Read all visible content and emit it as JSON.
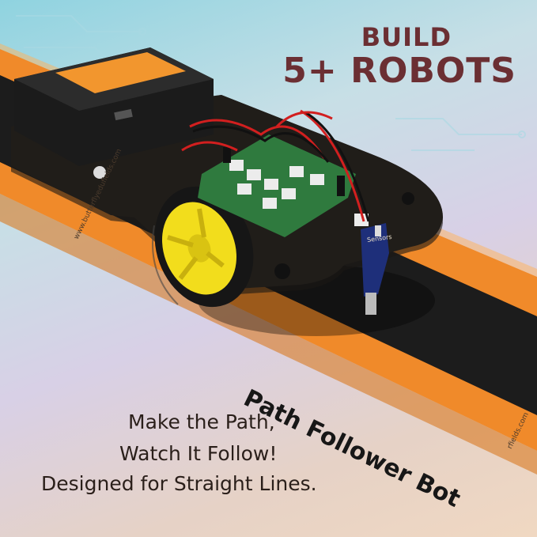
{
  "headline": {
    "line1": "BUILD",
    "line2": "5+ ROBOTS"
  },
  "track": {
    "label": "Path Follower Bot",
    "url": "www.butterflyedufields.com",
    "url_partial": "rfields.com"
  },
  "robot": {
    "sensor_label": "Sensors"
  },
  "caption": {
    "line1": "Make the Path,",
    "line2": "Watch It Follow!",
    "line3": "Designed for Straight Lines."
  },
  "colors": {
    "headline": "#6b2f33",
    "track_orange": "#f08a2a",
    "track_black": "#1c1c1c",
    "chassis": "#2a2622",
    "wheel_yellow": "#f2dd1c",
    "pcb_green": "#2f7a3e",
    "battery_label": "#f2962e"
  }
}
